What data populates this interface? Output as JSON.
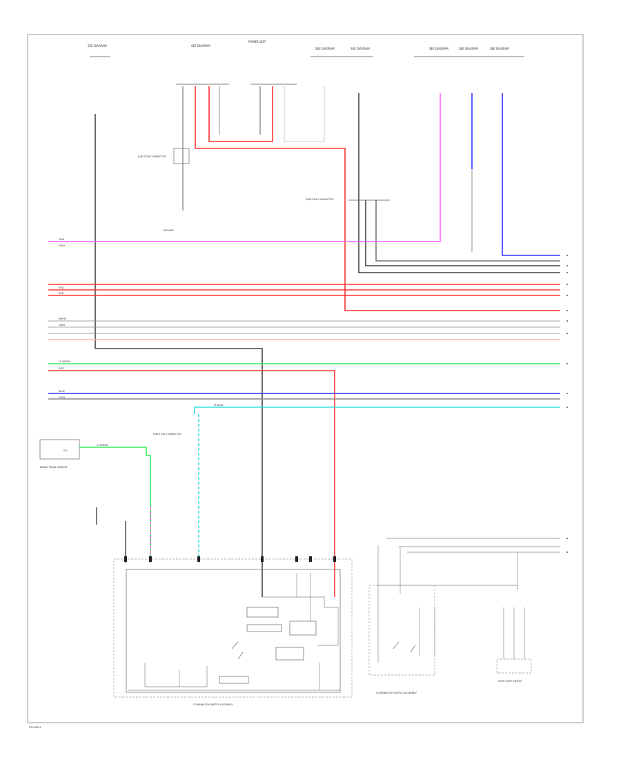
{
  "diagram": {
    "footer_code": "P2500001",
    "colors": {
      "pink": "#ff66ff",
      "red": "#ff3333",
      "green": "#33ee55",
      "blue": "#3333ff",
      "cyan": "#33dddd",
      "black": "#333333",
      "grey": "#bbbbbb",
      "light_red": "#ffb3b3"
    },
    "labels": {
      "top_1": "SEE DIAGRAM",
      "top_2": "SEE DIAGRAM",
      "top_3": "POWER DIST",
      "top_4": "SEE DIAGRAM",
      "top_5": "SEE DIAGRAM",
      "top_6": "SEE DIAGRAM",
      "top_7": "SEE DIAGRAM",
      "top_8": "SEE DIAGRAM",
      "brake_box_label": "BRAKE PEDAL SENSOR",
      "left_box_text": "IG1",
      "ground_label": "GROUND",
      "junction_label_1": "JUNCTION CONNECTOR",
      "junction_label_2": "JUNCTION CONNECTOR",
      "junction_label_3": "JUNCTION CONNECTOR",
      "combination_meter": "COMBINATION METER ASSEMBLY",
      "right_module": "COMBINATION SWITCH ASSEMBLY",
      "right_lower": "STOP LAMP SWITCH"
    },
    "wire_tags": {
      "w1": "PINK",
      "w2": "GRAY",
      "w3": "RED",
      "w4": "RED",
      "w5": "WHITE",
      "w6": "GRAY",
      "w7": "LT GREEN",
      "w8": "RED",
      "w9": "BLUE",
      "w10": "GRAY",
      "w11": "LT BLUE",
      "w12": "LT GREEN"
    }
  }
}
